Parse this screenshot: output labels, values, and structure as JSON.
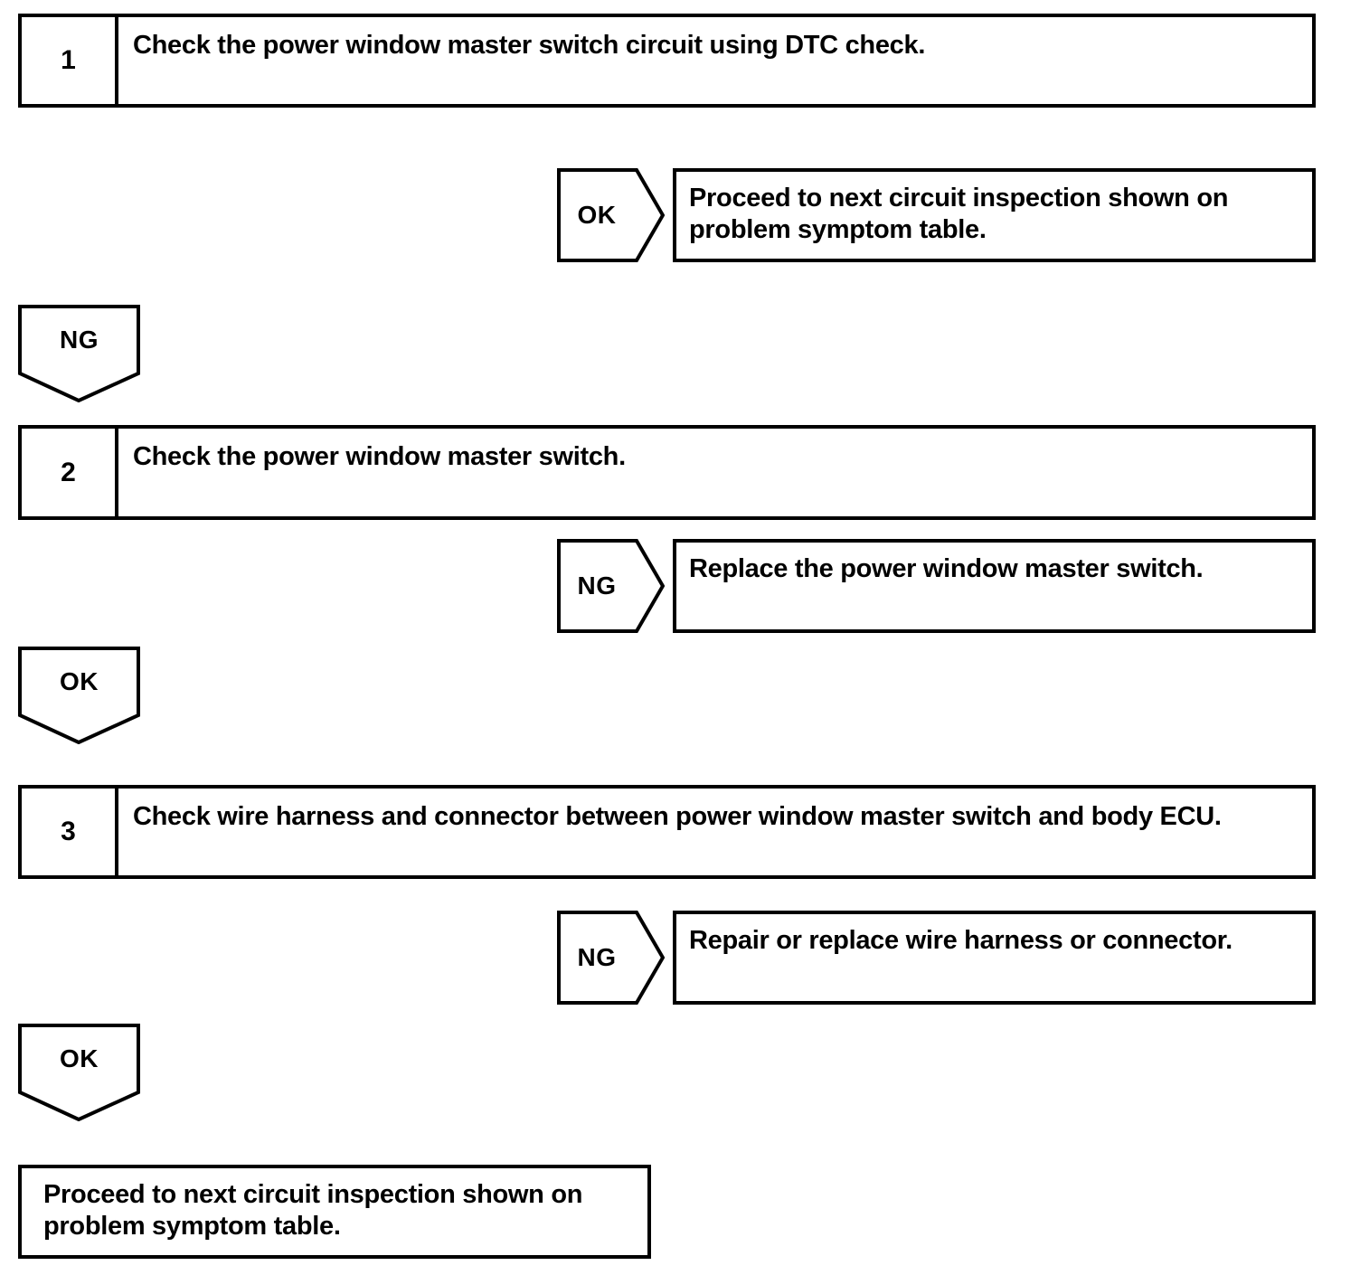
{
  "diagram": {
    "type": "troubleshooting-flowchart",
    "line_color": "#000000",
    "background_color": "#ffffff",
    "steps": [
      {
        "number": "1",
        "instruction": "Check the power window master switch circuit using DTC check."
      },
      {
        "number": "2",
        "instruction": "Check the power window master switch."
      },
      {
        "number": "3",
        "instruction": "Check wire harness and connector between power window master switch and body ECU."
      }
    ],
    "branches": [
      {
        "tag": "OK",
        "result_line1": "Proceed to next circuit inspection shown on",
        "result_line2": "problem symptom table."
      },
      {
        "tag": "NG",
        "result_line1": "Replace the power window master switch.",
        "result_line2": ""
      },
      {
        "tag": "NG",
        "result_line1": "Repair or replace wire harness or connector.",
        "result_line2": ""
      }
    ],
    "connectors": [
      {
        "label": "NG"
      },
      {
        "label": "OK"
      },
      {
        "label": "OK"
      }
    ],
    "final": {
      "line1": "Proceed to next circuit inspection shown on",
      "line2": "problem symptom table."
    }
  }
}
